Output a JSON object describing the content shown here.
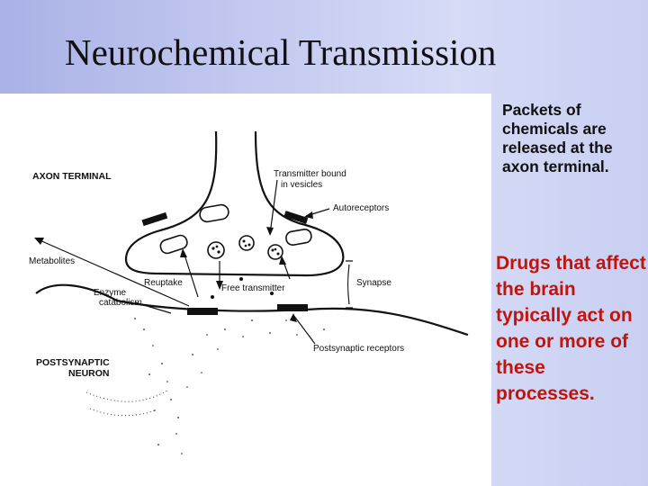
{
  "slide": {
    "title": "Neurochemical Transmission",
    "side_text_1": "Packets of chemicals are released at the axon terminal.",
    "side_text_2": "Drugs that affect the brain typically act on one or more of these processes.",
    "colors": {
      "side_text_2": "#c0140c",
      "background": "#c4caf0"
    }
  },
  "diagram": {
    "labels": {
      "axon_terminal": "AXON TERMINAL",
      "transmitter_bound_line1": "Transmitter bound",
      "transmitter_bound_line2": "in vesicles",
      "autoreceptors": "Autoreceptors",
      "metabolites": "Metabolites",
      "reuptake": "Reuptake",
      "enzyme": "Enzyme",
      "catabolism": "catabolism",
      "free_transmitter": "Free transmitter",
      "synapse": "Synapse",
      "postsynaptic_receptors": "Postsynaptic receptors",
      "postsynaptic_line1": "POSTSYNAPTIC",
      "postsynaptic_line2": "NEURON"
    }
  }
}
